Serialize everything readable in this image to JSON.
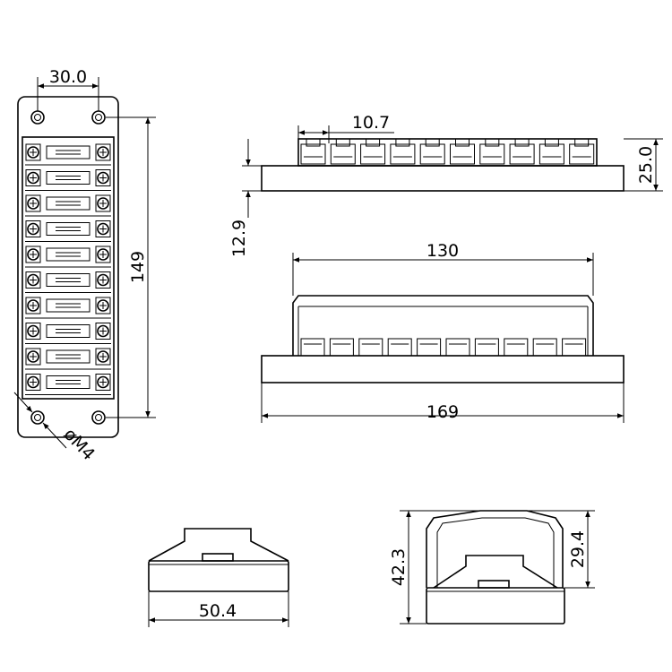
{
  "drawing": {
    "top_view": {
      "hole_spacing": "30.0",
      "height": "149",
      "hole_dia": "øM4",
      "fuse_slots": 10
    },
    "front_view": {
      "slot_width": "10.7",
      "height": "25.0",
      "base_height": "12.9",
      "fuse_slots": 10
    },
    "side_view": {
      "cover_length": "130",
      "base_length": "169",
      "fuse_slots": 10
    },
    "end_view": {
      "width": "50.4"
    },
    "end_view_cover": {
      "total_height": "42.3",
      "cover_height": "29.4"
    }
  }
}
